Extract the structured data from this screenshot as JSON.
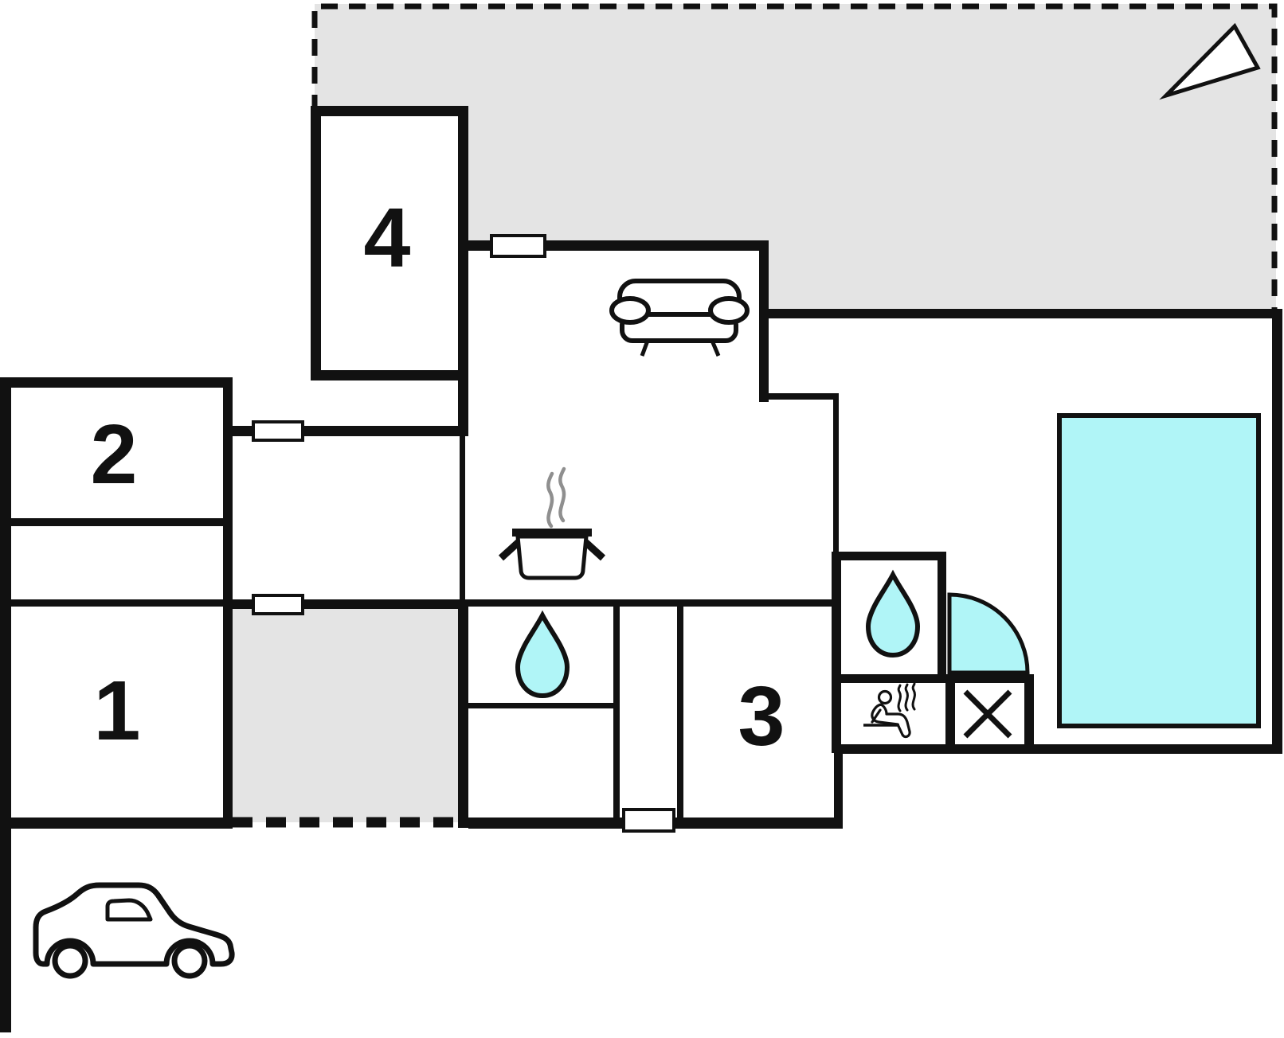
{
  "document": {
    "type": "floor-plan",
    "background": "#ffffff"
  },
  "colors": {
    "wall": "#111111",
    "terrace": "#e4e4e4",
    "water": "#b0f5f7",
    "steam": "#8f8f8f",
    "white": "#ffffff"
  },
  "rooms": {
    "room1": {
      "label": "1"
    },
    "room2": {
      "label": "2"
    },
    "room3": {
      "label": "3"
    },
    "room4": {
      "label": "4"
    }
  },
  "areas": {
    "terrace": "roofed-terrace",
    "carport": "covered-outdoor-area",
    "pool": "pool"
  },
  "icons": {
    "north_arrow": "compass-north-arrow",
    "sofa": "sofa",
    "stove": "cooking-pot-with-steam",
    "kitchen_sink": "water-drop",
    "bath_sink": "water-drop",
    "shower": "shower-quarter-circle",
    "sauna": "sauna-person-with-steam",
    "x_marker": "x-fixture",
    "car": "parking-car"
  }
}
